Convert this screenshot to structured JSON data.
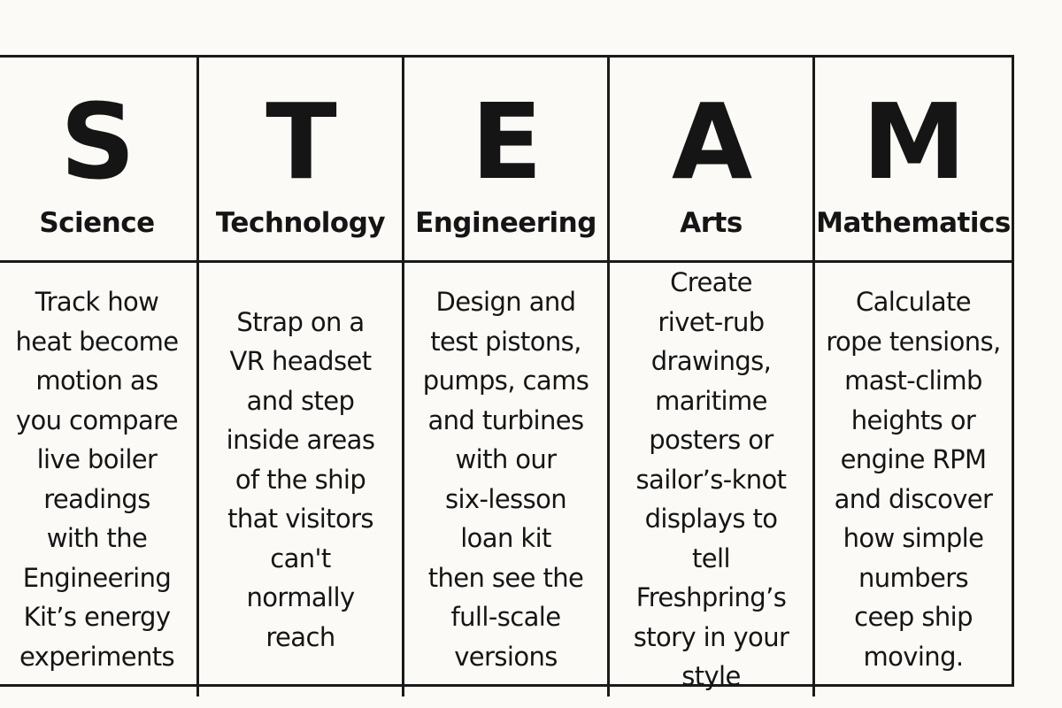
{
  "columns": [
    {
      "letter": "S",
      "title": "Science",
      "description": "Track how\nheat become\nmotion as\nyou compare\nlive boiler\nreadings\nwith the\nEngineering\nKit’s energy\nexperiments"
    },
    {
      "letter": "T",
      "title": "Technology",
      "description": "Strap on a\nVR headset\nand step\ninside areas\nof the ship\nthat visitors\ncan't\nnormally\nreach"
    },
    {
      "letter": "E",
      "title": "Engineering",
      "description": "Design and\ntest pistons,\npumps, cams\nand turbines\nwith our\nsix-lesson\nloan kit\nthen see the\nfull-scale\nversions"
    },
    {
      "letter": "A",
      "title": "Arts",
      "description": "Create\nrivet-rub\ndrawings,\nmaritime\nposters or\nsailor’s-knot\ndisplays to\ntell Freshpring’s\nstory in your\nstyle"
    },
    {
      "letter": "M",
      "title": "Mathematics",
      "description": "Calculate\nrope tensions,\nmast-climb\nheights or\nengine RPM\nand discover\nhow simple\nnumbers\nceep ship\nmoving."
    }
  ]
}
